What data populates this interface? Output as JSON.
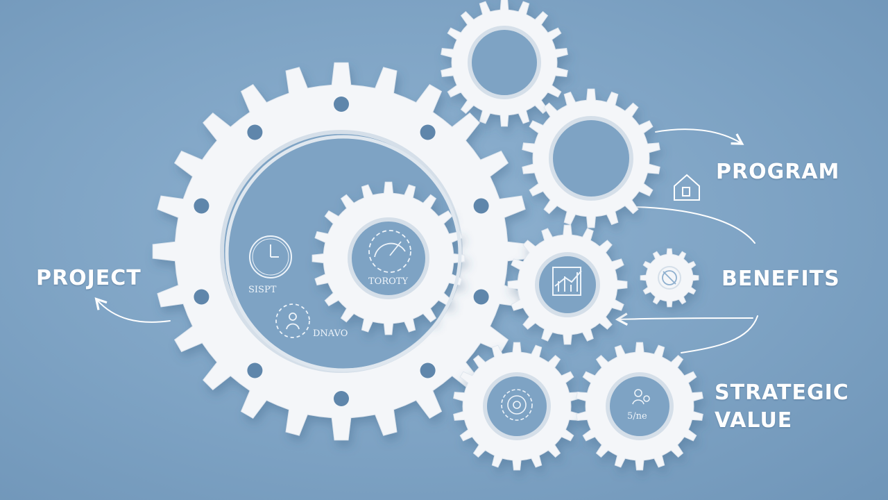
{
  "colors": {
    "background": "#7ea3c4",
    "gear": "#f4f6f9",
    "gear_shadow": "#b9c9d8",
    "gear_hole": "#7ea3c4",
    "line": "#ffffff"
  },
  "labels": {
    "project": "PROJECT",
    "program": "PROGRAM",
    "benefits": "BENEFITS",
    "strategic_line1": "STRATEGIC",
    "strategic_line2": "VALUE"
  },
  "gear_texts": {
    "center_gear": "TOROTY",
    "clock_caption": "SISPT",
    "person_caption": "DNAVO",
    "strategic_gear": "5/ne"
  },
  "icons": [
    "clock-icon",
    "gauge-icon",
    "person-icon",
    "house-icon",
    "chart-icon",
    "settings-icon",
    "target-icon",
    "people-icon"
  ]
}
